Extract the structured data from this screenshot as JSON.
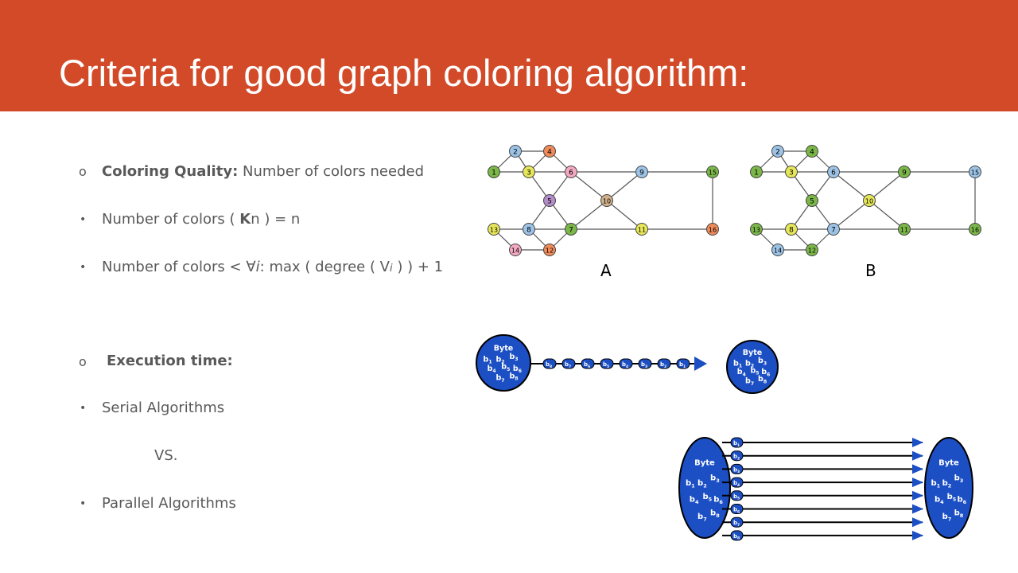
{
  "slide": {
    "title": "Criteria for good graph coloring algorithm:"
  },
  "bullets": {
    "quality_label": "Coloring Quality:",
    "quality_text": " Number of colors needed",
    "kn_prefix": "Number of colors ( ",
    "kn_bold": "K",
    "kn_suffix": "n ) = n",
    "max_prefix": "Number of colors < ",
    "max_forall": "∀",
    "max_i": "i",
    "max_mid": ": max ( degree ( V",
    "max_vi": "i",
    "max_suffix": " ) ) + 1",
    "exec_label": "Execution time:",
    "serial": "Serial Algorithms",
    "vs": "VS.",
    "parallel": "Parallel Algorithms"
  },
  "figures": {
    "graph_a_label": "A",
    "graph_b_label": "B",
    "graph_a": {
      "nodes": [
        {
          "id": "1",
          "color": "#7ab648"
        },
        {
          "id": "2",
          "color": "#9cc3e6"
        },
        {
          "id": "3",
          "color": "#e6e65a"
        },
        {
          "id": "4",
          "color": "#ef8a5a"
        },
        {
          "id": "5",
          "color": "#b28dc8"
        },
        {
          "id": "6",
          "color": "#f2a9c1"
        },
        {
          "id": "7",
          "color": "#7ab648"
        },
        {
          "id": "8",
          "color": "#9cc3e6"
        },
        {
          "id": "9",
          "color": "#9cc3e6"
        },
        {
          "id": "10",
          "color": "#cfb08a"
        },
        {
          "id": "11",
          "color": "#e6e65a"
        },
        {
          "id": "12",
          "color": "#ef8a5a"
        },
        {
          "id": "13",
          "color": "#e6e65a"
        },
        {
          "id": "14",
          "color": "#f2a9c1"
        },
        {
          "id": "15",
          "color": "#7ab648"
        },
        {
          "id": "16",
          "color": "#ef8a5a"
        }
      ]
    },
    "graph_b": {
      "nodes": [
        {
          "id": "1",
          "color": "#7ab648"
        },
        {
          "id": "2",
          "color": "#9cc3e6"
        },
        {
          "id": "3",
          "color": "#e6e65a"
        },
        {
          "id": "4",
          "color": "#7ab648"
        },
        {
          "id": "5",
          "color": "#7ab648"
        },
        {
          "id": "6",
          "color": "#9cc3e6"
        },
        {
          "id": "7",
          "color": "#9cc3e6"
        },
        {
          "id": "8",
          "color": "#e6e65a"
        },
        {
          "id": "9",
          "color": "#7ab648"
        },
        {
          "id": "10",
          "color": "#e6e65a"
        },
        {
          "id": "11",
          "color": "#7ab648"
        },
        {
          "id": "12",
          "color": "#7ab648"
        },
        {
          "id": "13",
          "color": "#7ab648"
        },
        {
          "id": "14",
          "color": "#9cc3e6"
        },
        {
          "id": "15",
          "color": "#9cc3e6"
        },
        {
          "id": "16",
          "color": "#7ab648"
        }
      ]
    },
    "byte_label": "Byte",
    "byte_bits": [
      "b1",
      "b2",
      "b3",
      "b4",
      "b5",
      "b6",
      "b7",
      "b8"
    ],
    "serial_chain": [
      "b8",
      "b7",
      "b6",
      "b5",
      "b4",
      "b3",
      "b2",
      "b1"
    ],
    "parallel_lines": [
      "b1",
      "b2",
      "b3",
      "b4",
      "b5",
      "b6",
      "b7",
      "b8"
    ],
    "colors": {
      "accent": "#d24a27",
      "byte_blue": "#1c4fc4",
      "arrow_blue": "#1c4fc4"
    }
  }
}
